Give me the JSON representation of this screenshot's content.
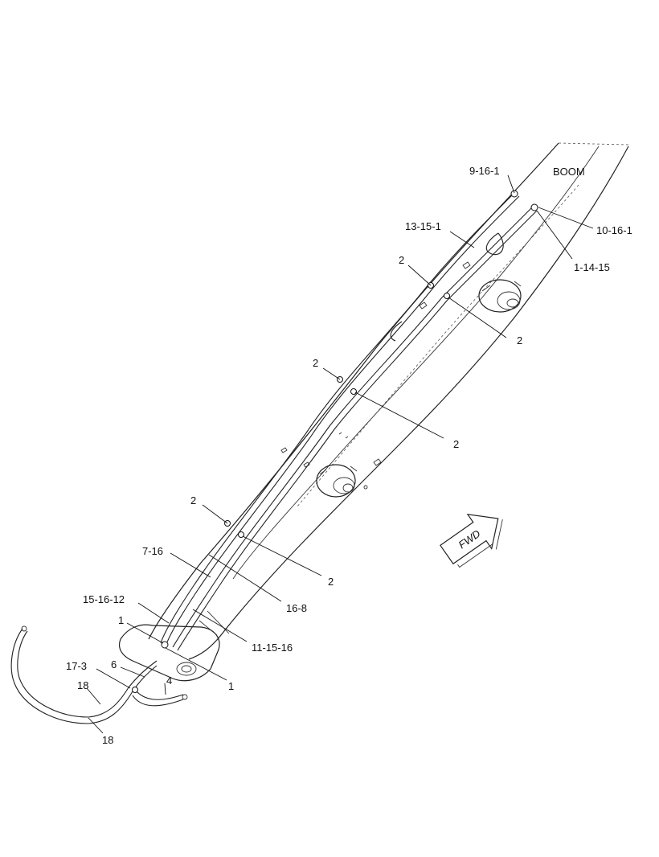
{
  "labels": {
    "boom": "BOOM",
    "fwd": "FWD",
    "callouts": [
      "9-16-1",
      "10-16-1",
      "13-15-1",
      "1-14-15",
      "2",
      "2",
      "2",
      "2",
      "2",
      "2",
      "7-16",
      "16-8",
      "15-16-12",
      "1",
      "11-15-16",
      "1",
      "17-3",
      "6",
      "4",
      "18",
      "18"
    ]
  }
}
